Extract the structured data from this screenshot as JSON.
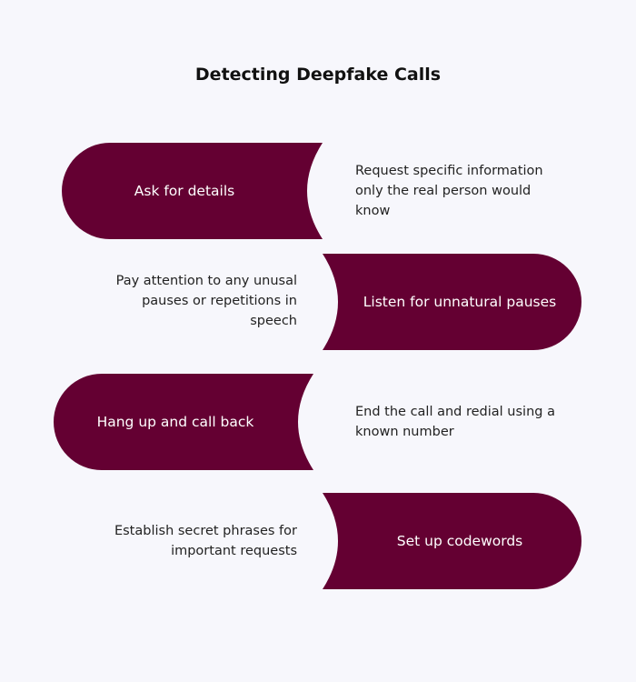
{
  "title": "Detecting Deepfake Calls",
  "colors": {
    "shape": "#640032",
    "background": "#f7f7fc"
  },
  "steps": [
    {
      "label": "Ask for details",
      "description": "Request specific information only the real person would know"
    },
    {
      "label": "Listen for unnatural pauses",
      "description": "Pay attention to any unusal pauses or repetitions in speech"
    },
    {
      "label": "Hang up and call back",
      "description": "End the call and redial using a known number"
    },
    {
      "label": "Set up codewords",
      "description": "Establish secret phrases for important requests"
    }
  ]
}
